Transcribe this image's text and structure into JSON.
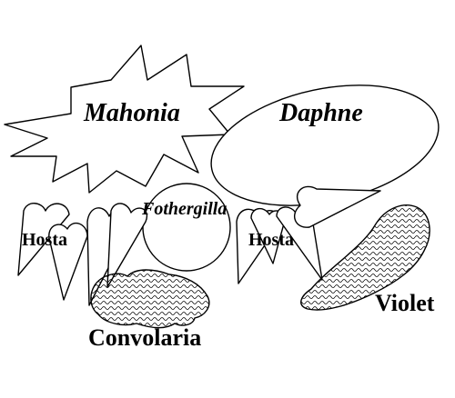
{
  "labels": {
    "mahonia": "Mahonia",
    "daphne": "Daphne",
    "fothergilla": "Fothergilla",
    "hosta_left": "Hosta",
    "hosta_right": "Hosta",
    "violet": "Violet",
    "convolaria": "Convolaria"
  },
  "colors": {
    "stroke": "#000000",
    "background": "#ffffff",
    "hatch": "#000000"
  }
}
